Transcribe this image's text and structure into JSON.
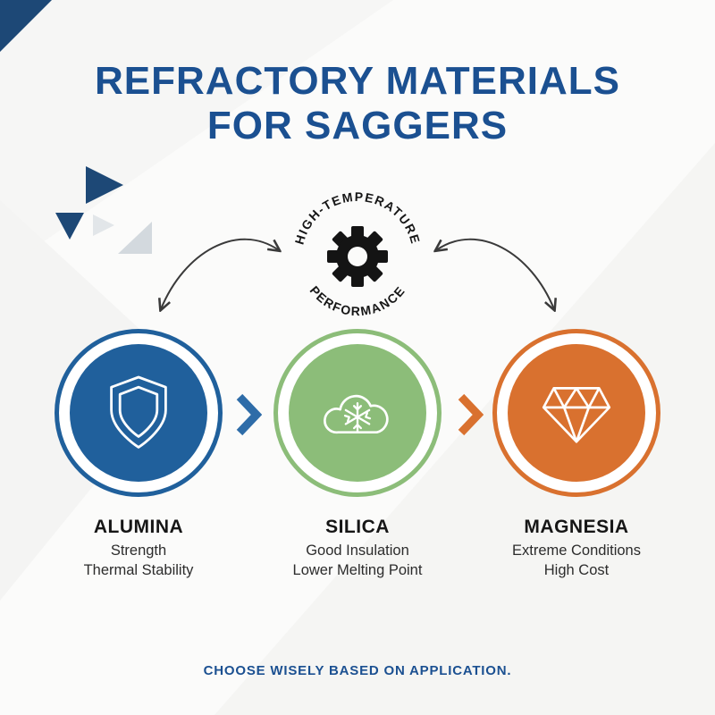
{
  "title": {
    "line1": "REFRACTORY MATERIALS",
    "line2": "FOR SAGGERS"
  },
  "hub": {
    "top_text": "HIGH-TEMPERATURE",
    "bottom_text": "PERFORMANCE",
    "icon": "gear-icon"
  },
  "materials": [
    {
      "name": "ALUMINA",
      "trait1": "Strength",
      "trait2": "Thermal Stability",
      "icon": "shield-icon",
      "color": "#20609c"
    },
    {
      "name": "SILICA",
      "trait1": "Good Insulation",
      "trait2": "Lower Melting Point",
      "icon": "cloud-snowflake-icon",
      "color": "#8cbd79"
    },
    {
      "name": "MAGNESIA",
      "trait1": "Extreme Conditions",
      "trait2": "High Cost",
      "icon": "diamond-icon",
      "color": "#d9712f"
    }
  ],
  "footer": "CHOOSE WISELY BASED ON APPLICATION.",
  "colors": {
    "title_blue": "#1b5091",
    "alumina_blue": "#20609c",
    "silica_green": "#8cbd79",
    "magnesia_orange": "#d9712f",
    "navy_decoration": "#1d4876",
    "arrow_gray": "#3a3a3a",
    "text_dark": "#161616"
  }
}
